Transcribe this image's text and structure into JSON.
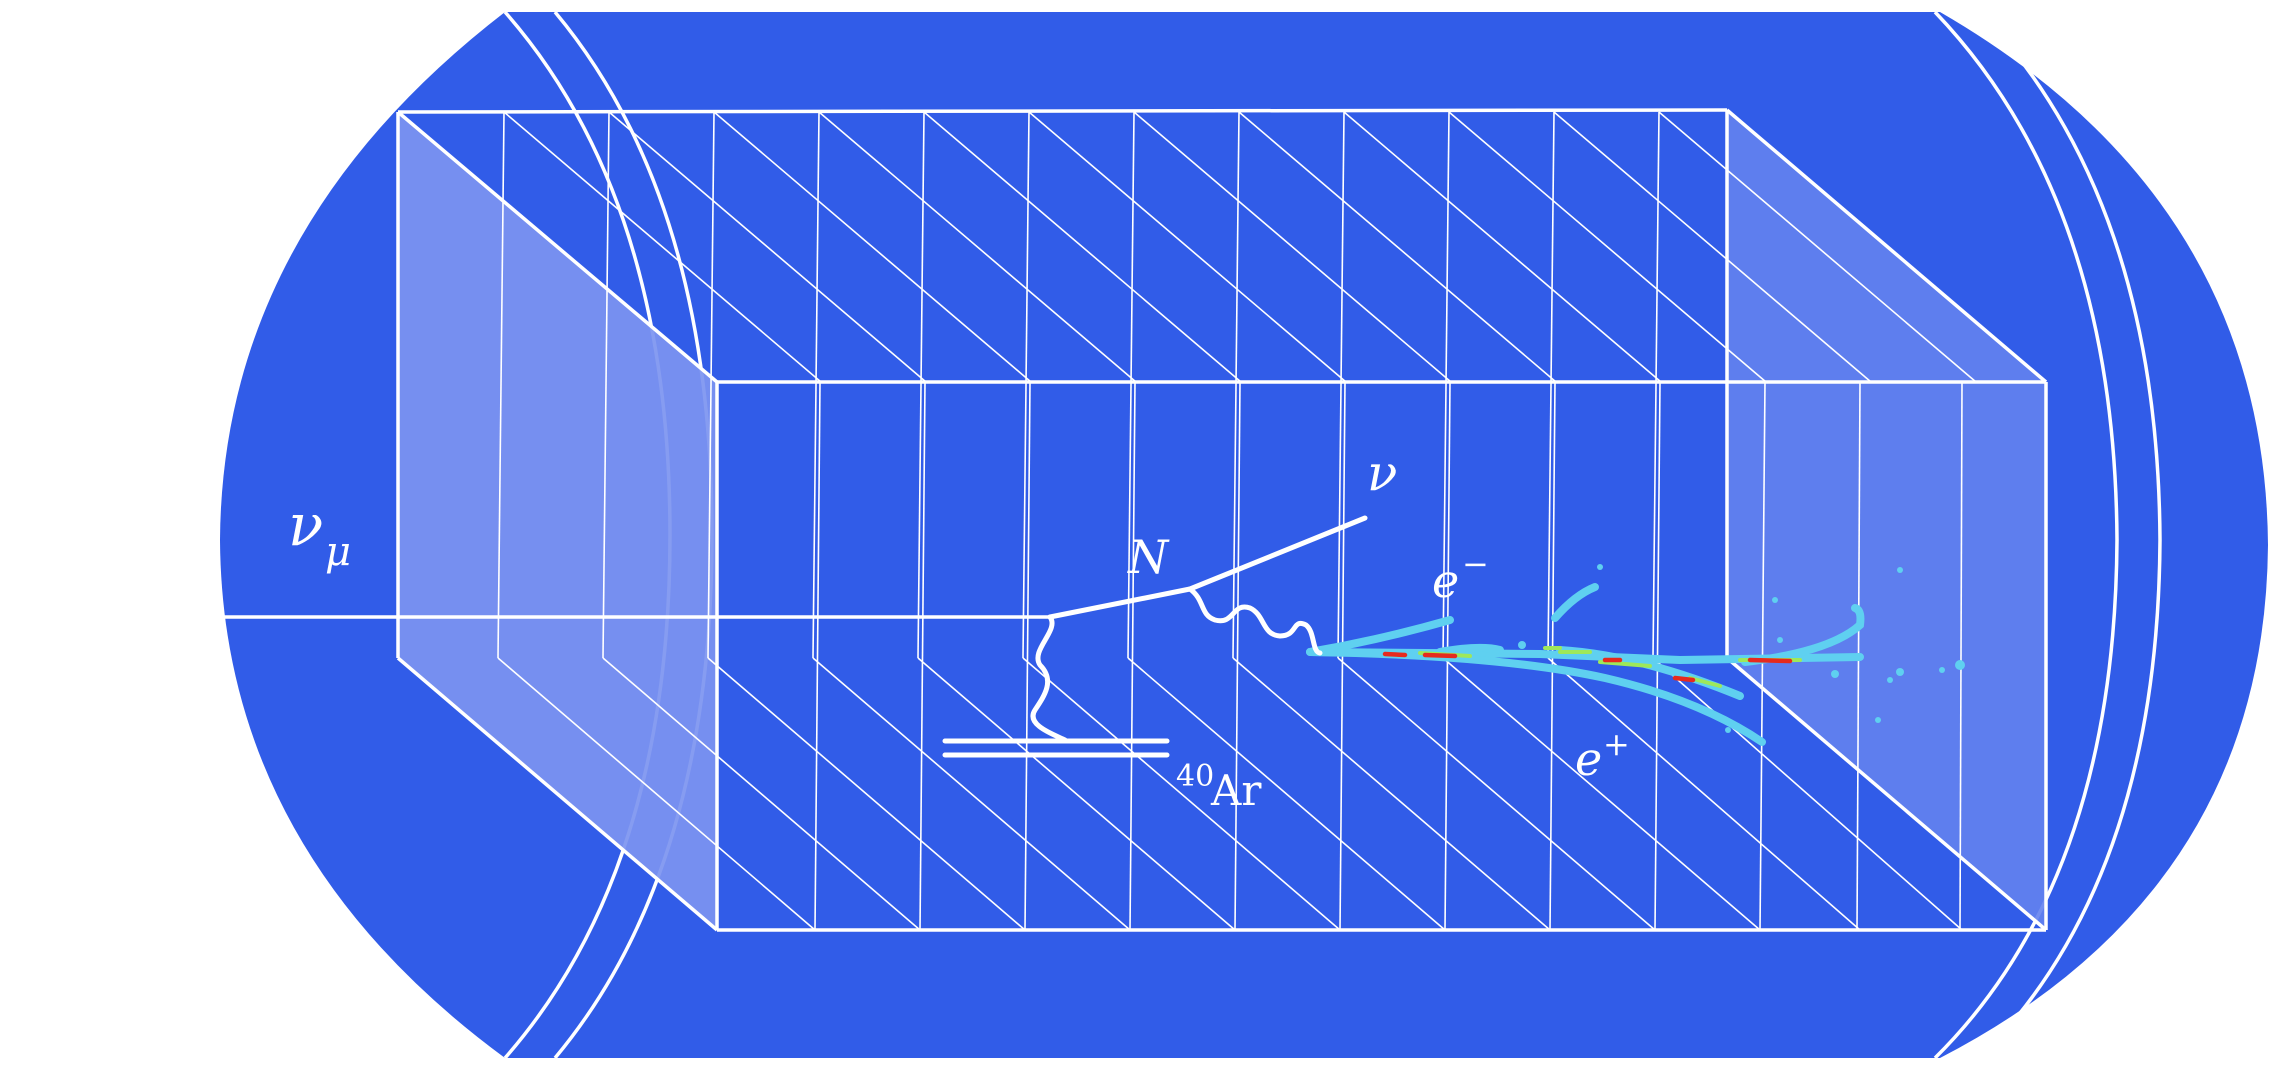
{
  "colors": {
    "background": "#ffffff",
    "cryostat": "#315ce8",
    "line": "#ffffff",
    "end_face": "#7c94f0",
    "end_face_right": "#6482ee",
    "track_outer": "#5fd0f0",
    "track_mid": "#9ee85a",
    "track_core": "#e62a1e"
  },
  "labels": {
    "incoming_neutrino": "ν",
    "incoming_neutrino_sub": "μ",
    "heavy_neutrino": "N",
    "outgoing_neutrino": "ν",
    "electron": "e",
    "electron_charge": "−",
    "positron": "e",
    "positron_charge": "+",
    "nucleus_mass": "40",
    "nucleus_symbol": "Ar"
  }
}
